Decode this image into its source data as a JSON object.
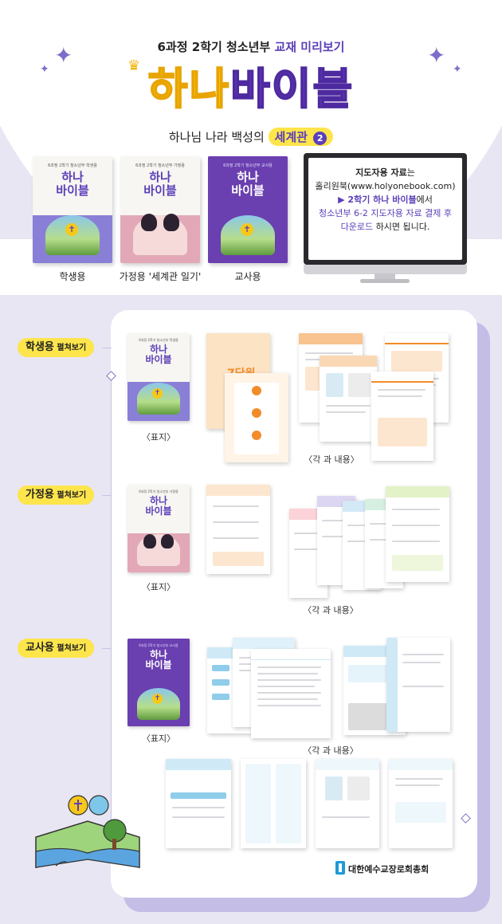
{
  "header": {
    "headline_prefix": "6과정 2학기 청소년부 ",
    "headline_highlight": "교재 미리보기",
    "logo_part1": "하나",
    "logo_part2": "바이블",
    "subtitle_prefix": "하나님 나라 백성의 ",
    "subtitle_pill": "세계관",
    "subtitle_num": "2"
  },
  "books": [
    {
      "title": "하나\n바이블",
      "caption": "학생용",
      "small": "6과정 2학기 청소년부 학생용"
    },
    {
      "title": "하나\n바이블",
      "caption": "가정용 '세계관 일기'",
      "small": "6과정 2학기 청소년부 가정용"
    },
    {
      "title": "하나\n바이블",
      "caption": "교사용",
      "small": "6과정 2학기 청소년부 교사용"
    }
  ],
  "monitor": {
    "line1_bold": "지도자용 자료",
    "line1_rest": "는",
    "line2": "홀리원북(www.holyonebook.com)",
    "line3_bold": "▶ 2학기 하나 바이블",
    "line3_rest": "에서",
    "line4": "청소년부 6-2 지도자용 자료 결제 후",
    "line5_purple": "다운로드",
    "line5_rest": " 하시면 됩니다."
  },
  "sections": [
    {
      "label": "학생용",
      "suffix": " 펼쳐보기",
      "cover_caption": "〈표지〉",
      "content_caption": "〈각 과 내용〉"
    },
    {
      "label": "가정용",
      "suffix": " 펼쳐보기",
      "cover_caption": "〈표지〉",
      "content_caption": "〈각 과 내용〉"
    },
    {
      "label": "교사용",
      "suffix": " 펼쳐보기",
      "cover_caption": "〈표지〉",
      "content_caption": "〈각 과 내용〉"
    }
  ],
  "student_pages": {
    "chapter": "7단원"
  },
  "footer": {
    "org": "대한예수교장로회총회"
  },
  "colors": {
    "purple": "#5b3fb8",
    "yellow": "#fde54b",
    "background": "#e9e6f3"
  }
}
